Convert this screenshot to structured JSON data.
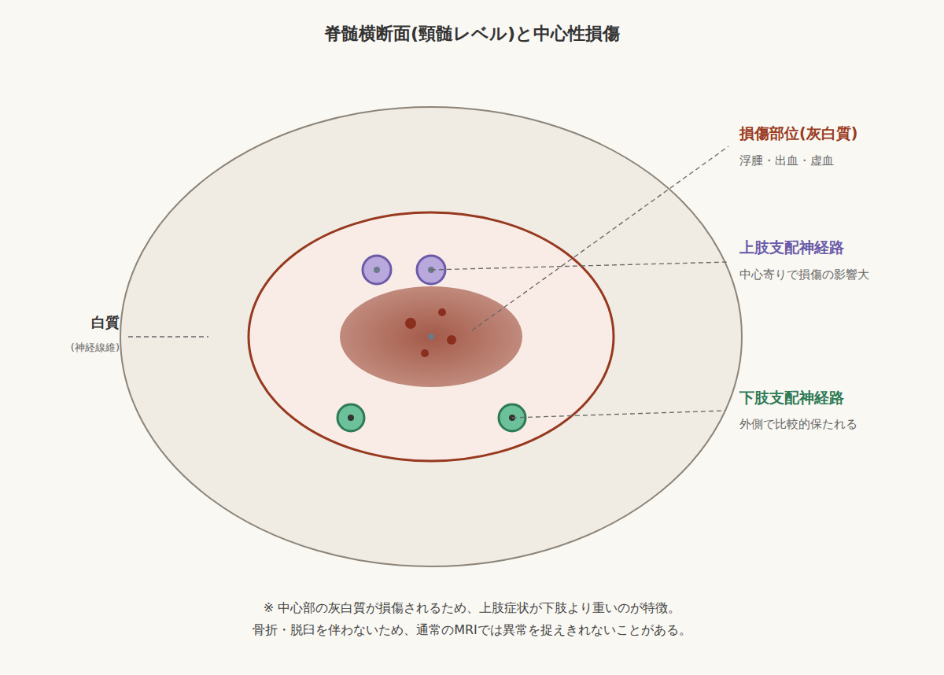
{
  "diagram": {
    "title": "脊髄横断面(頸髄レベル)と中心性損傷",
    "labels": [
      "白質",
      "(神経線維)",
      "損傷部位(灰白質)",
      "浮腫・出血・虚血",
      "上肢支配神経路",
      "中心寄りで損傷の影響大",
      "下肢支配神経路",
      "外側で比較的保たれる",
      "※ 中心部の灰白質が損傷されるため、上肢症状が下肢より重いのが特徴。",
      "骨折・脱臼を伴わないため、通常のMRIでは異常を捉えきれないことがある。"
    ]
  }
}
